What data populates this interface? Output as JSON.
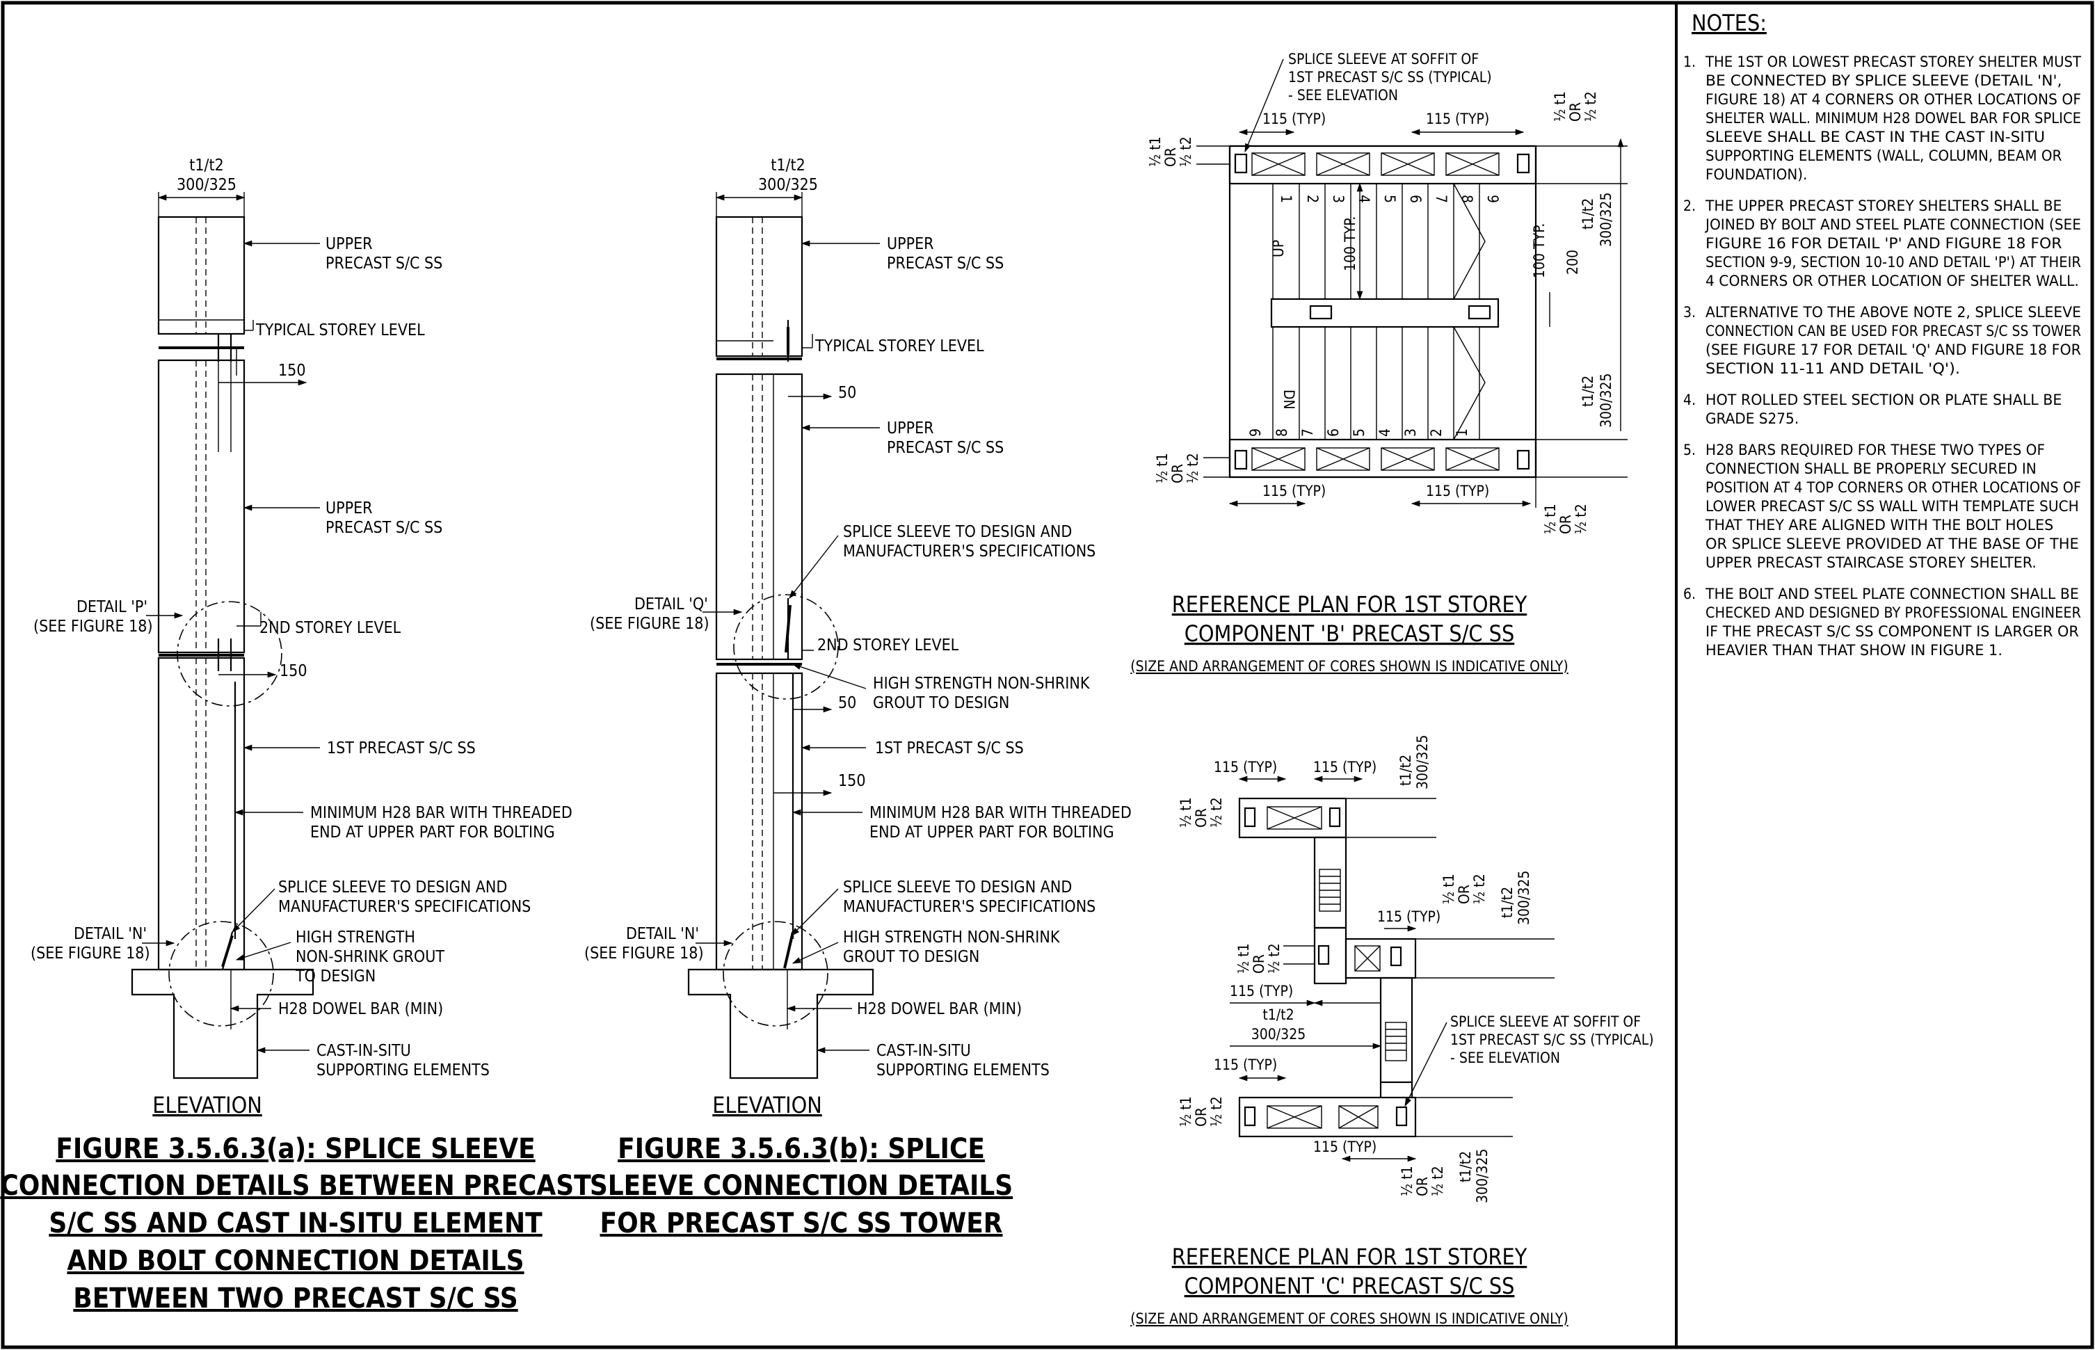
{
  "fig_a": {
    "top_dim_label": "t1/t2",
    "top_dim_value": "300/325",
    "labels": {
      "upper_top": [
        "UPPER",
        "PRECAST S/C SS"
      ],
      "storey": "TYPICAL STOREY LEVEL",
      "dim_150_top": "150",
      "upper_mid": [
        "UPPER",
        "PRECAST S/C SS"
      ],
      "detail_p": [
        "DETAIL 'P'",
        "(SEE FIGURE 18)"
      ],
      "storey_2nd": "2ND STOREY LEVEL",
      "dim_150_mid": "150",
      "first": "1ST PRECAST S/C SS",
      "bar": [
        "MINIMUM H28 BAR WITH THREADED",
        "END AT UPPER PART FOR BOLTING"
      ],
      "sleeve": [
        "SPLICE SLEEVE TO DESIGN AND",
        "MANUFACTURER'S SPECIFICATIONS"
      ],
      "grout": [
        "HIGH STRENGTH",
        "NON-SHRINK GROUT",
        "TO DESIGN"
      ],
      "detail_n": [
        "DETAIL 'N'",
        "(SEE FIGURE 18)"
      ],
      "dowel": "H28 DOWEL BAR (MIN)",
      "cast": [
        "CAST-IN-SITU",
        "SUPPORTING ELEMENTS"
      ],
      "elevation": "ELEVATION"
    },
    "caption": [
      "FIGURE 3.5.6.3(a): SPLICE SLEEVE",
      "CONNECTION DETAILS BETWEEN PRECAST",
      "S/C SS AND CAST IN-SITU ELEMENT",
      "AND BOLT CONNECTION DETAILS",
      "BETWEEN TWO PRECAST S/C SS"
    ]
  },
  "fig_b": {
    "top_dim_label": "t1/t2",
    "top_dim_value": "300/325",
    "labels": {
      "upper_top": [
        "UPPER",
        "PRECAST S/C SS"
      ],
      "storey": "TYPICAL STOREY LEVEL",
      "dim_50_top": "50",
      "upper_mid": [
        "UPPER",
        "PRECAST S/C SS"
      ],
      "sleeve_top": [
        "SPLICE SLEEVE TO DESIGN AND",
        "MANUFACTURER'S SPECIFICATIONS"
      ],
      "detail_q": [
        "DETAIL 'Q'",
        "(SEE FIGURE 18)"
      ],
      "storey_2nd": "2ND STOREY LEVEL",
      "grout_top": [
        "HIGH STRENGTH NON-SHRINK",
        "GROUT TO DESIGN"
      ],
      "dim_50_mid": "50",
      "first": "1ST PRECAST S/C SS",
      "dim_150": "150",
      "bar": [
        "MINIMUM H28 BAR WITH THREADED",
        "END AT UPPER PART FOR BOLTING"
      ],
      "sleeve": [
        "SPLICE SLEEVE TO DESIGN AND",
        "MANUFACTURER'S SPECIFICATIONS"
      ],
      "grout": [
        "HIGH STRENGTH NON-SHRINK",
        "GROUT TO DESIGN"
      ],
      "detail_n": [
        "DETAIL 'N'",
        "(SEE FIGURE 18)"
      ],
      "dowel": "H28 DOWEL BAR (MIN)",
      "cast": [
        "CAST-IN-SITU",
        "SUPPORTING ELEMENTS"
      ],
      "elevation": "ELEVATION"
    },
    "caption": [
      "FIGURE 3.5.6.3(b): SPLICE",
      "SLEEVE CONNECTION DETAILS",
      "FOR PRECAST S/C SS TOWER"
    ]
  },
  "plan_b": {
    "callout": [
      "SPLICE SLEEVE AT SOFFIT OF",
      "1ST PRECAST S/C SS (TYPICAL)",
      "- SEE ELEVATION"
    ],
    "typ_115": "115 (TYP)",
    "half_t": [
      "½ t1",
      "OR",
      "½ t2"
    ],
    "t_label": "t1/t2",
    "t_value": "300/325",
    "dim_100_typ": "100 TYP.",
    "dim_200": "200",
    "up": "UP",
    "dn": "DN",
    "steps_top": [
      "1",
      "2",
      "3",
      "4",
      "5",
      "6",
      "7",
      "8",
      "9"
    ],
    "steps_bottom": [
      "9",
      "8",
      "7",
      "6",
      "5",
      "4",
      "3",
      "2",
      "1"
    ],
    "title": [
      "REFERENCE PLAN FOR 1ST STOREY",
      "COMPONENT 'B' PRECAST S/C SS"
    ],
    "subtitle": "(SIZE AND ARRANGEMENT OF CORES SHOWN IS INDICATIVE ONLY)"
  },
  "plan_c": {
    "typ_115": "115 (TYP)",
    "half_t": [
      "½ t1",
      "OR",
      "½ t2"
    ],
    "t_label": "t1/t2",
    "t_value": "300/325",
    "callout": [
      "SPLICE SLEEVE AT SOFFIT OF",
      "1ST PRECAST S/C SS (TYPICAL)",
      "- SEE ELEVATION"
    ],
    "title": [
      "REFERENCE PLAN FOR 1ST STOREY",
      "COMPONENT 'C' PRECAST S/C SS"
    ],
    "subtitle": "(SIZE AND ARRANGEMENT OF CORES SHOWN IS INDICATIVE ONLY)"
  },
  "notes": {
    "heading": "NOTES:",
    "items": [
      {
        "num": "1.",
        "lines": [
          "THE 1ST OR LOWEST PRECAST STOREY SHELTER MUST",
          "BE CONNECTED BY SPLICE SLEEVE (DETAIL 'N',",
          "FIGURE 18) AT 4 CORNERS OR OTHER LOCATIONS OF",
          "SHELTER WALL. MINIMUM H28 DOWEL BAR FOR SPLICE",
          "SLEEVE SHALL BE CAST IN THE CAST IN-SITU",
          "SUPPORTING ELEMENTS (WALL, COLUMN, BEAM OR",
          "FOUNDATION)."
        ]
      },
      {
        "num": "2.",
        "lines": [
          "THE UPPER PRECAST STOREY SHELTERS SHALL BE",
          "JOINED BY BOLT AND STEEL PLATE CONNECTION (SEE",
          "FIGURE 16 FOR DETAIL 'P' AND FIGURE 18 FOR",
          "SECTION 9-9, SECTION 10-10 AND DETAIL 'P') AT THEIR",
          "4 CORNERS OR OTHER LOCATION OF SHELTER WALL."
        ]
      },
      {
        "num": "3.",
        "lines": [
          "ALTERNATIVE TO THE ABOVE NOTE 2, SPLICE SLEEVE",
          "CONNECTION CAN BE USED FOR PRECAST S/C SS TOWER",
          "(SEE FIGURE 17 FOR DETAIL 'Q' AND FIGURE 18 FOR",
          "SECTION 11-11 AND DETAIL 'Q')."
        ]
      },
      {
        "num": "4.",
        "lines": [
          "HOT ROLLED STEEL SECTION OR PLATE SHALL BE",
          "GRADE S275."
        ]
      },
      {
        "num": "5.",
        "lines": [
          "H28 BARS REQUIRED FOR THESE TWO TYPES OF",
          "CONNECTION SHALL BE PROPERLY SECURED IN",
          "POSITION AT 4 TOP CORNERS OR OTHER LOCATIONS OF",
          "LOWER PRECAST S/C SS WALL WITH TEMPLATE SUCH",
          "THAT THEY ARE ALIGNED WITH THE BOLT HOLES",
          "OR SPLICE SLEEVE PROVIDED AT THE BASE OF THE",
          "UPPER PRECAST STAIRCASE STOREY SHELTER."
        ]
      },
      {
        "num": "6.",
        "lines": [
          "THE BOLT AND STEEL PLATE CONNECTION SHALL BE",
          "CHECKED AND DESIGNED BY PROFESSIONAL ENGINEER",
          "IF THE PRECAST S/C SS COMPONENT IS LARGER OR",
          "HEAVIER THAN THAT SHOW IN FIGURE 1."
        ]
      }
    ]
  }
}
